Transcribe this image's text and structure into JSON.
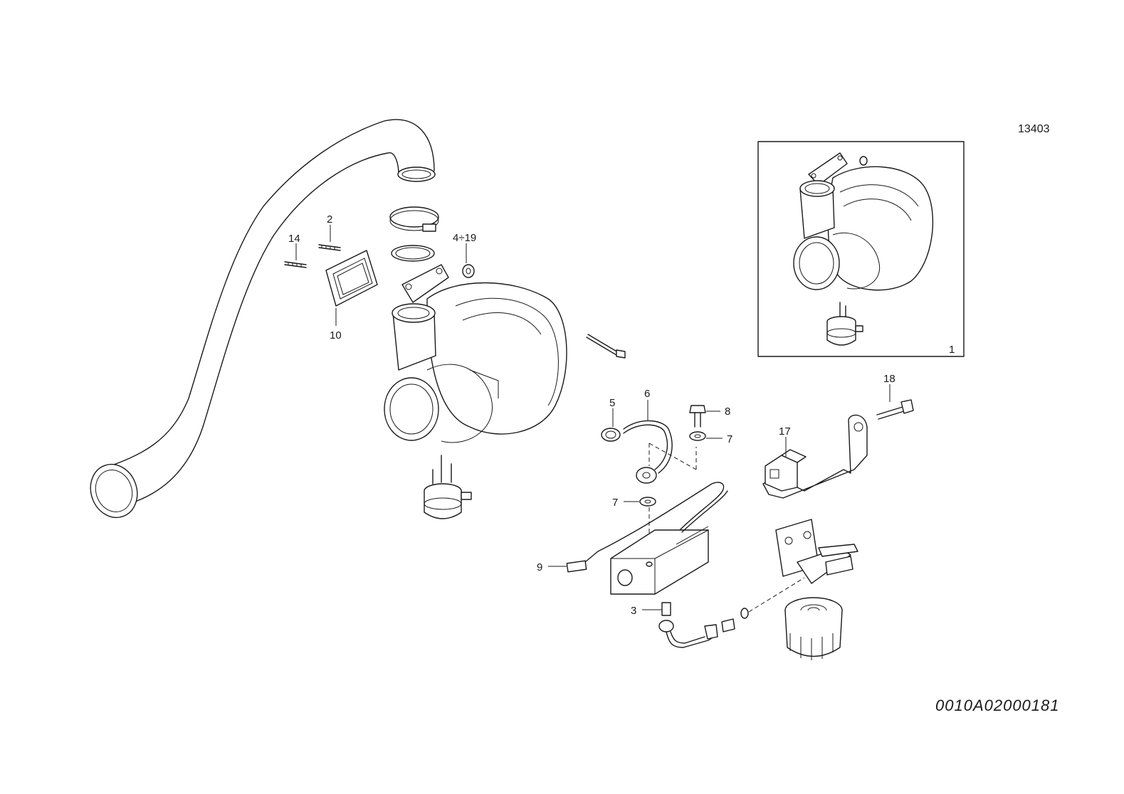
{
  "diagram": {
    "sheet_number": "13403",
    "drawing_code": "0010A02000181",
    "callouts": {
      "c14": "14",
      "c2": "2",
      "c4_19": "4÷19",
      "c10": "10",
      "c5": "5",
      "c6": "6",
      "c8": "8",
      "c7a": "7",
      "c7b": "7",
      "c9": "9",
      "c3": "3",
      "c17": "17",
      "c18": "18",
      "c1": "1"
    }
  }
}
